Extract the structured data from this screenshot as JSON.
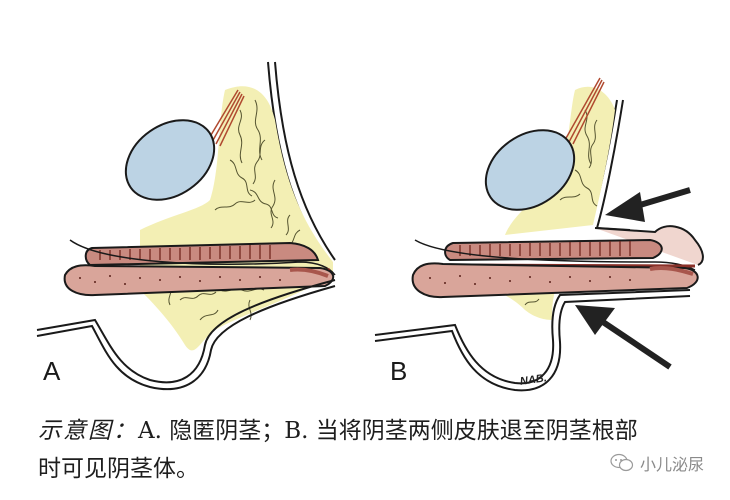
{
  "figure": {
    "panels": [
      {
        "label": "A",
        "description": "Concealed penis: shaft buried within suprapubic fat"
      },
      {
        "label": "B",
        "description": "Skin retracted to base of penis on both sides, penile body visible",
        "signature": "NAB.",
        "arrows": 2
      }
    ],
    "colors": {
      "fat": "#f3efb4",
      "bladder": "#bcd3e4",
      "corpus": "#d9a59a",
      "corpus_dark": "#a8564c",
      "outline": "#1a1a1a",
      "muscle": "#c0583a"
    }
  },
  "caption": {
    "lead": "示意图：",
    "text_line1": "A. 隐匿阴茎；B. 当将阴茎两侧皮肤退至阴茎根部",
    "text_line2": "时可见阴茎体。"
  },
  "watermark": {
    "icon": "wechat-icon",
    "text": "小儿泌尿"
  }
}
